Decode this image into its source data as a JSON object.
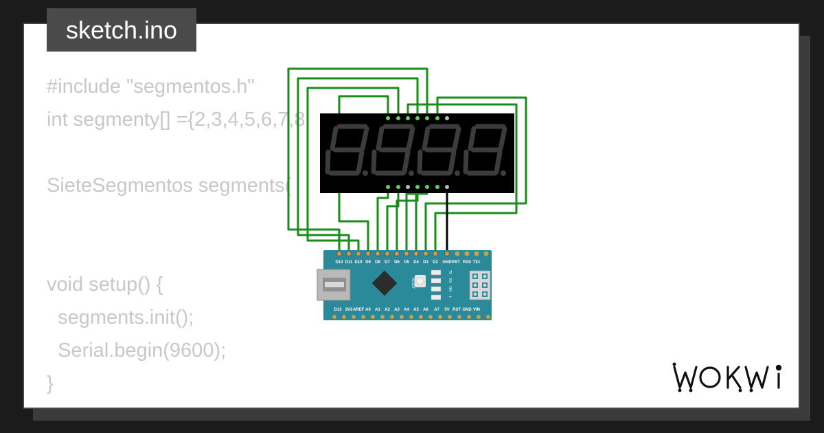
{
  "file_tab": {
    "label": "sketch.ino"
  },
  "code_lines": [
    "#include \"segmentos.h\"",
    "int segmenty[] ={2,3,4,5,6,7,8",
    "",
    "SieteSegmentos segments(",
    "",
    "",
    "void setup() {",
    "  segments.init();",
    "  Serial.begin(9600);",
    "}"
  ],
  "display": {
    "digits": "8.8.8.8.",
    "segment_color": "#3c3c3c",
    "body_color": "#000000"
  },
  "board": {
    "name": "Arduino Nano",
    "color": "#2a8a9a",
    "top_pins": [
      "D12",
      "D11",
      "D10",
      "D9",
      "D8",
      "D7",
      "D6",
      "D5",
      "D4",
      "D3",
      "D2",
      "GND",
      "RST",
      "RX0",
      "TX1"
    ],
    "bottom_pins": [
      "D13",
      "3V3",
      "AREF",
      "A0",
      "A1",
      "A2",
      "A3",
      "A4",
      "A5",
      "A6",
      "A7",
      "5V",
      "RST",
      "GND",
      "VIN"
    ],
    "reset_label": "RESET",
    "leds": [
      "TX",
      "RX",
      "ON",
      "L"
    ]
  },
  "wire_colors": {
    "signal": "#1a8c1a",
    "ground": "#000000"
  },
  "logo": {
    "text": "WOKWi"
  }
}
